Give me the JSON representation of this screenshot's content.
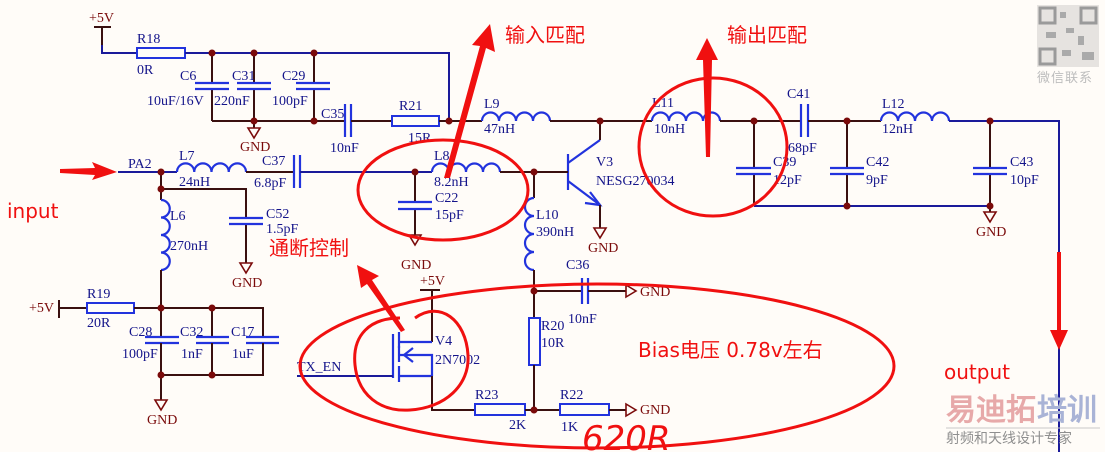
{
  "annotations": {
    "input_match": "输入匹配",
    "output_match": "输出匹配",
    "switch_control": "通断控制",
    "bias_note": "Bias电压 0.78v左右",
    "input": "input",
    "output": "output",
    "handwritten_r22": "620R"
  },
  "nets": {
    "vcc": "+5V",
    "gnd": "GND",
    "pa2": "PA2",
    "tx_en": "TX_EN"
  },
  "components": {
    "R18": {
      "ref": "R18",
      "value": "0R"
    },
    "C6": {
      "ref": "C6",
      "value": "10uF/16V"
    },
    "C31": {
      "ref": "C31",
      "value": "220nF"
    },
    "C29": {
      "ref": "C29",
      "value": "100pF"
    },
    "C35": {
      "ref": "C35",
      "value": "10nF"
    },
    "R21": {
      "ref": "R21",
      "value": "15R"
    },
    "L9": {
      "ref": "L9",
      "value": "47nH"
    },
    "L7": {
      "ref": "L7",
      "value": "24nH"
    },
    "C37": {
      "ref": "C37",
      "value": "6.8pF"
    },
    "L8": {
      "ref": "L8",
      "value": "8.2nH"
    },
    "C22": {
      "ref": "C22",
      "value": "15pF"
    },
    "C52": {
      "ref": "C52",
      "value": "1.5pF"
    },
    "L6": {
      "ref": "L6",
      "value": "270nH"
    },
    "L10": {
      "ref": "L10",
      "value": "390nH"
    },
    "V3": {
      "ref": "V3",
      "value": "NESG270034"
    },
    "L11": {
      "ref": "L11",
      "value": "10nH"
    },
    "C41": {
      "ref": "C41",
      "value": "68pF"
    },
    "C39": {
      "ref": "C39",
      "value": "12pF"
    },
    "L12": {
      "ref": "L12",
      "value": "12nH"
    },
    "C42": {
      "ref": "C42",
      "value": "9pF"
    },
    "C43": {
      "ref": "C43",
      "value": "10pF"
    },
    "R19": {
      "ref": "R19",
      "value": "20R"
    },
    "C28": {
      "ref": "C28",
      "value": "100pF"
    },
    "C32": {
      "ref": "C32",
      "value": "1nF"
    },
    "C17": {
      "ref": "C17",
      "value": "1uF"
    },
    "C36": {
      "ref": "C36",
      "value": "10nF"
    },
    "R20": {
      "ref": "R20",
      "value": "10R"
    },
    "V4": {
      "ref": "V4",
      "value": "2N7002"
    },
    "R23": {
      "ref": "R23",
      "value": "2K"
    },
    "R22": {
      "ref": "R22",
      "value": "1K"
    }
  },
  "watermark": {
    "brand_a": "易迪拓",
    "brand_b": "培训",
    "tagline": "射频和天线设计专家",
    "qr_caption": "微信联系"
  },
  "colors": {
    "wire": "#1a1a9a",
    "component": "#2233dd",
    "junction": "#7a0a0a",
    "annotation": "#f01010",
    "background": "#fffcf8"
  }
}
